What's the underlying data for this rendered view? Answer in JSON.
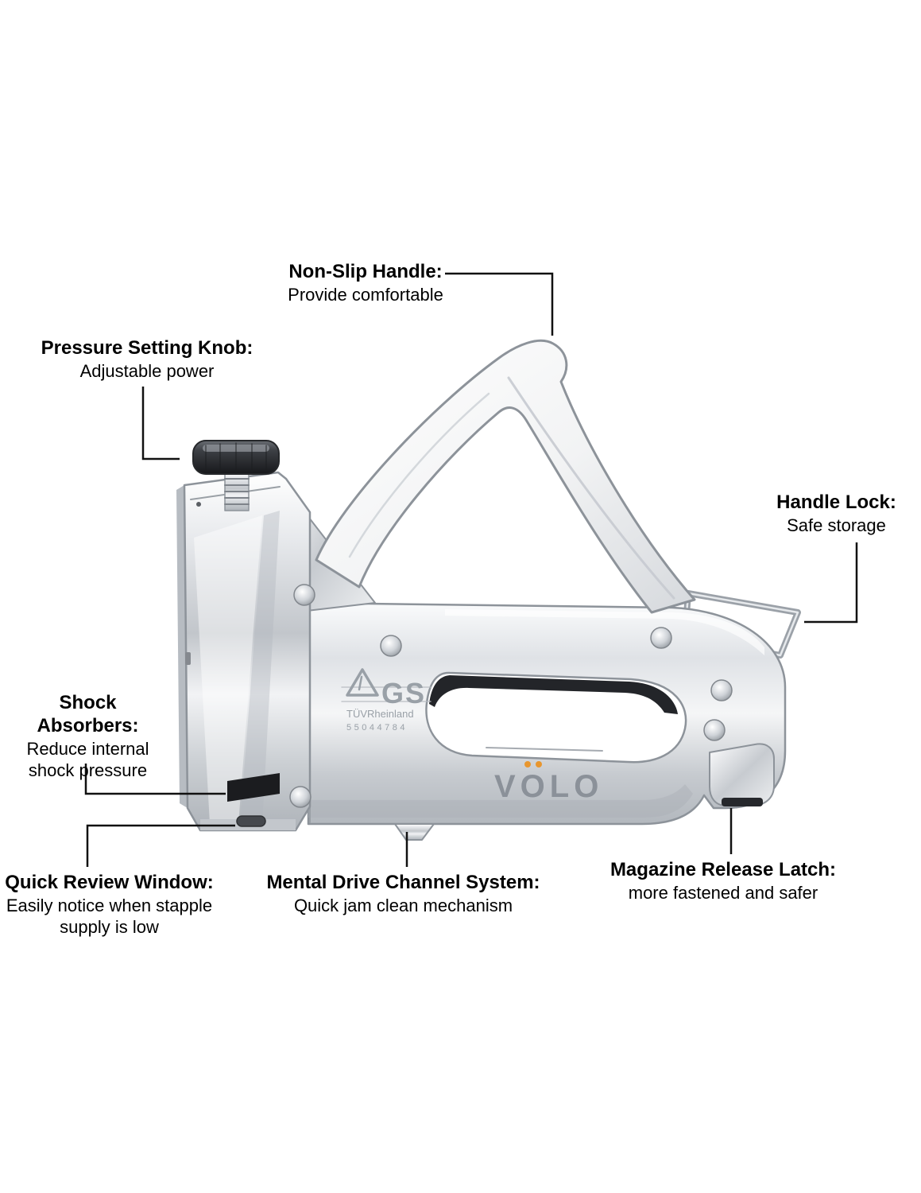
{
  "product": {
    "brand": "VOLO",
    "certification": {
      "mark": "GS",
      "org": "TÜVRheinland",
      "serial": "55044784"
    }
  },
  "colors": {
    "callout_line": "#111111",
    "brand_text": "#8b9199",
    "brand_umlaut_dots": "#e8962e",
    "grip_rubber": "#232529",
    "knob": "#2e3136"
  },
  "callouts": {
    "non_slip_handle": {
      "title": "Non-Slip Handle:",
      "desc": "Provide comfortable"
    },
    "pressure_setting_knob": {
      "title": "Pressure Setting Knob:",
      "desc": "Adjustable power"
    },
    "handle_lock": {
      "title": "Handle Lock:",
      "desc": "Safe storage"
    },
    "shock_absorbers": {
      "title": "Shock Absorbers:",
      "desc": "Reduce internal shock pressure"
    },
    "quick_review_window": {
      "title": "Quick Review Window:",
      "desc": "Easily notice when stapple supply is low"
    },
    "mental_drive_channel_system": {
      "title": "Mental Drive Channel System:",
      "desc": "Quick jam clean mechanism"
    },
    "magazine_release_latch": {
      "title": "Magazine Release Latch:",
      "desc": "more fastened and safer"
    }
  }
}
